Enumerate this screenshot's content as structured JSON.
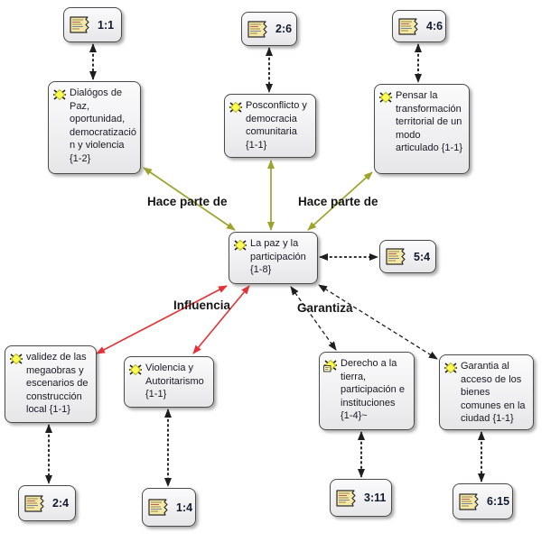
{
  "diagram": {
    "title": "",
    "colors": {
      "background": "#ffffff",
      "part_of_edge": "#9da32c",
      "influence_edge": "#e43338",
      "guarantee_edge": "#1e1e1e",
      "quote_link_edge": "#161616",
      "node_border": "#4a4a4a",
      "node_fill": "#ededef",
      "code_icon_yellow": "#ffff55",
      "quote_icon_yellow": "#f6e9a8"
    },
    "nodes": {
      "q11": {
        "label": "1:1",
        "type": "quotation"
      },
      "q26": {
        "label": "2:6",
        "type": "quotation"
      },
      "q46": {
        "label": "4:6",
        "type": "quotation"
      },
      "q54": {
        "label": "5:4",
        "type": "quotation"
      },
      "q24": {
        "label": "2:4",
        "type": "quotation"
      },
      "q14": {
        "label": "1:4",
        "type": "quotation"
      },
      "q311": {
        "label": "3:11",
        "type": "quotation"
      },
      "q615": {
        "label": "6:15",
        "type": "quotation"
      },
      "dialogos": {
        "label": "Dialógos de Paz, oportunidad, democratización y violencia {1-2}",
        "type": "code"
      },
      "posconflicto": {
        "label": "Posconflicto y democracia comunitaria {1-1}",
        "type": "code"
      },
      "pensar": {
        "label": "Pensar la transformación territorial de un modo articulado {1-1}",
        "type": "code"
      },
      "lapaz": {
        "label": "La paz y la participación {1-8}",
        "type": "code"
      },
      "validez": {
        "label": "validez de las megaobras y escenarios de construcción local {1-1}",
        "type": "code"
      },
      "violencia": {
        "label": "Violencia y Autoritarismo {1-1}",
        "type": "code"
      },
      "derecho": {
        "label": "Derecho a la tierra, participación e instituciones {1-4}~",
        "type": "code-with-comment"
      },
      "garantia": {
        "label": "Garantia al acceso de los bienes comunes en la ciudad {1-1}",
        "type": "code"
      }
    },
    "edge_labels": {
      "hace_parte_de_left": "Hace parte de",
      "hace_parte_de_right": "Hace parte de",
      "influencia": "Influencia",
      "garantiza": "Garantiza"
    },
    "edges": [
      {
        "from": "dialogos",
        "to": "lapaz",
        "relation": "Hace parte de",
        "line": "solid",
        "color": "#9da32c",
        "arrows": "both"
      },
      {
        "from": "posconflicto",
        "to": "lapaz",
        "relation": "Hace parte de",
        "line": "solid",
        "color": "#9da32c",
        "arrows": "both"
      },
      {
        "from": "pensar",
        "to": "lapaz",
        "relation": "Hace parte de",
        "line": "solid",
        "color": "#9da32c",
        "arrows": "both"
      },
      {
        "from": "lapaz",
        "to": "validez",
        "relation": "Influencia",
        "line": "solid",
        "color": "#e43338",
        "arrows": "both"
      },
      {
        "from": "lapaz",
        "to": "violencia",
        "relation": "Influencia",
        "line": "solid",
        "color": "#e43338",
        "arrows": "both"
      },
      {
        "from": "derecho",
        "to": "lapaz",
        "relation": "Garantiza",
        "line": "dashed",
        "color": "#1e1e1e",
        "arrows": "both"
      },
      {
        "from": "garantia",
        "to": "lapaz",
        "relation": "Garantiza",
        "line": "dashed",
        "color": "#1e1e1e",
        "arrows": "both"
      },
      {
        "from": "q11",
        "to": "dialogos",
        "relation": "",
        "line": "dashed",
        "color": "#161616",
        "arrows": "both"
      },
      {
        "from": "q26",
        "to": "posconflicto",
        "relation": "",
        "line": "dashed",
        "color": "#161616",
        "arrows": "both"
      },
      {
        "from": "q46",
        "to": "pensar",
        "relation": "",
        "line": "dashed",
        "color": "#161616",
        "arrows": "both"
      },
      {
        "from": "q54",
        "to": "lapaz",
        "relation": "",
        "line": "dashed",
        "color": "#161616",
        "arrows": "both"
      },
      {
        "from": "q24",
        "to": "validez",
        "relation": "",
        "line": "dashed",
        "color": "#161616",
        "arrows": "both"
      },
      {
        "from": "q14",
        "to": "violencia",
        "relation": "",
        "line": "dashed",
        "color": "#161616",
        "arrows": "both"
      },
      {
        "from": "q311",
        "to": "derecho",
        "relation": "",
        "line": "dashed",
        "color": "#161616",
        "arrows": "both"
      },
      {
        "from": "q615",
        "to": "garantia",
        "relation": "",
        "line": "dashed",
        "color": "#161616",
        "arrows": "both"
      }
    ]
  }
}
